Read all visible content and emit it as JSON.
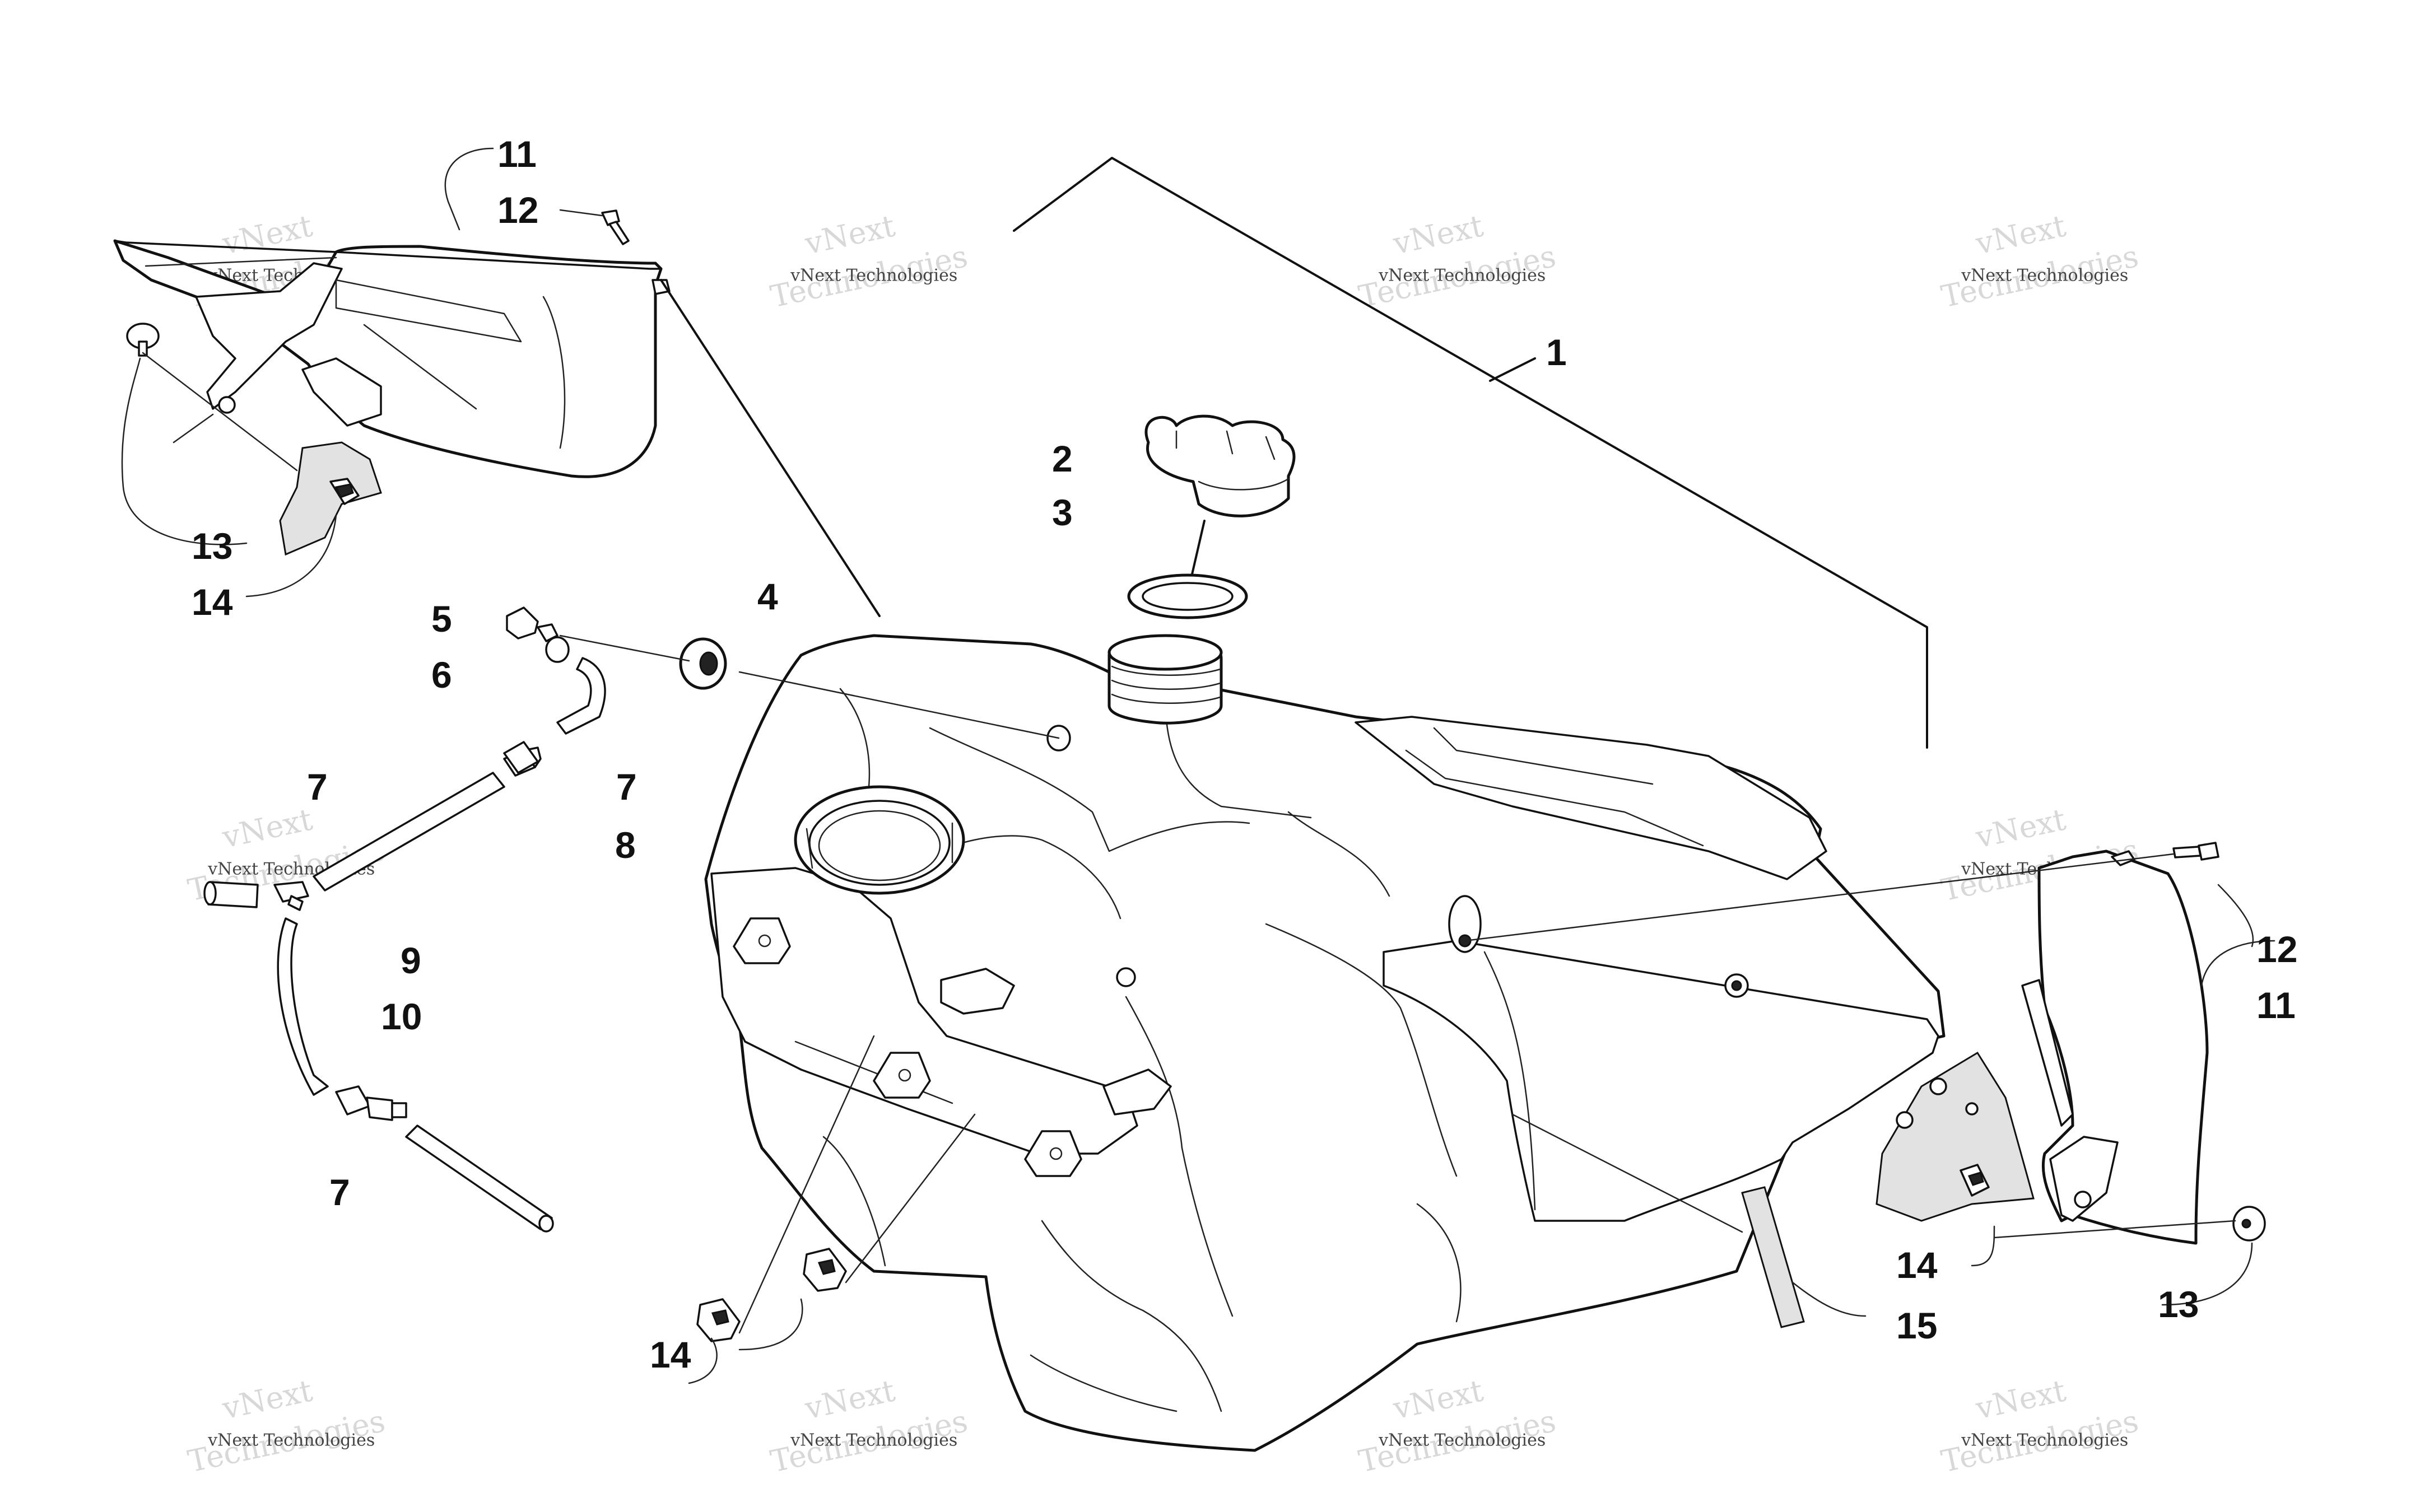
{
  "watermark": {
    "line1": "vNext Technologies",
    "line2": "vNext",
    "line3": "Technologies"
  },
  "callouts": [
    {
      "id": "callout-1",
      "label": "1"
    },
    {
      "id": "callout-2",
      "label": "2"
    },
    {
      "id": "callout-3",
      "label": "3"
    },
    {
      "id": "callout-4",
      "label": "4"
    },
    {
      "id": "callout-5",
      "label": "5"
    },
    {
      "id": "callout-6",
      "label": "6"
    },
    {
      "id": "callout-7a",
      "label": "7"
    },
    {
      "id": "callout-7b",
      "label": "7"
    },
    {
      "id": "callout-7c",
      "label": "7"
    },
    {
      "id": "callout-8",
      "label": "8"
    },
    {
      "id": "callout-9",
      "label": "9"
    },
    {
      "id": "callout-10",
      "label": "10"
    },
    {
      "id": "callout-11-left",
      "label": "11"
    },
    {
      "id": "callout-11-right",
      "label": "11"
    },
    {
      "id": "callout-12-left",
      "label": "12"
    },
    {
      "id": "callout-12-right",
      "label": "12"
    },
    {
      "id": "callout-13-left",
      "label": "13"
    },
    {
      "id": "callout-13-right",
      "label": "13"
    },
    {
      "id": "callout-14-left",
      "label": "14"
    },
    {
      "id": "callout-14-center",
      "label": "14"
    },
    {
      "id": "callout-14-right",
      "label": "14"
    },
    {
      "id": "callout-15",
      "label": "15"
    }
  ]
}
